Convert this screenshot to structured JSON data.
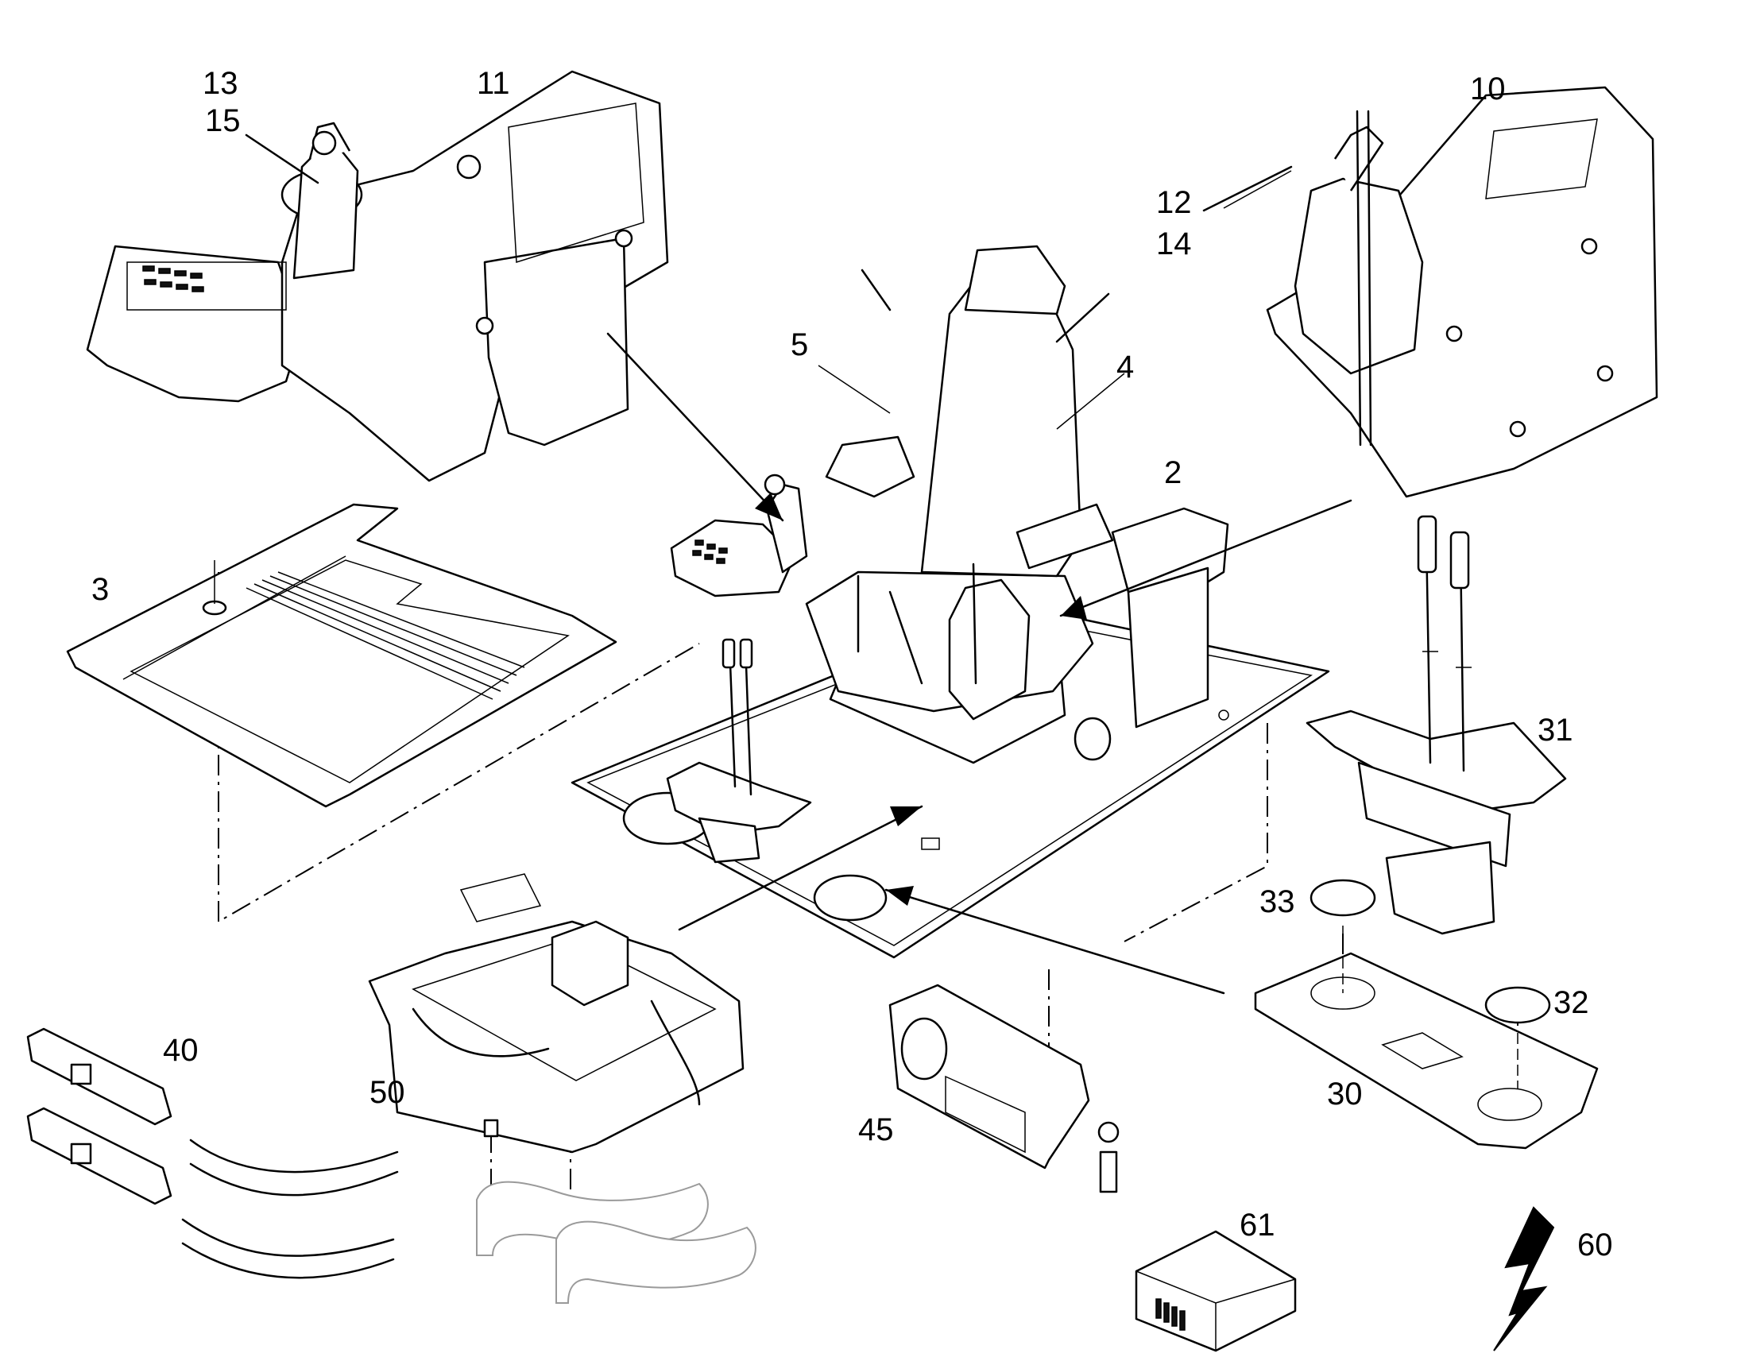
{
  "callouts": [
    {
      "id": "c13",
      "text": "13"
    },
    {
      "id": "c15",
      "text": "15"
    },
    {
      "id": "c11",
      "text": "11"
    },
    {
      "id": "c10",
      "text": "10"
    },
    {
      "id": "c12",
      "text": "12"
    },
    {
      "id": "c14",
      "text": "14"
    },
    {
      "id": "c5",
      "text": "5"
    },
    {
      "id": "c4",
      "text": "4"
    },
    {
      "id": "c2",
      "text": "2"
    },
    {
      "id": "c3",
      "text": "3"
    },
    {
      "id": "c31",
      "text": "31"
    },
    {
      "id": "c33",
      "text": "33"
    },
    {
      "id": "c32",
      "text": "32"
    },
    {
      "id": "c30",
      "text": "30"
    },
    {
      "id": "c40",
      "text": "40"
    },
    {
      "id": "c50",
      "text": "50"
    },
    {
      "id": "c45",
      "text": "45"
    },
    {
      "id": "c61",
      "text": "61"
    },
    {
      "id": "c60",
      "text": "60"
    }
  ],
  "colors": {
    "line": "#000000",
    "ghost_line": "#9a9a9a",
    "background": "#ffffff"
  }
}
